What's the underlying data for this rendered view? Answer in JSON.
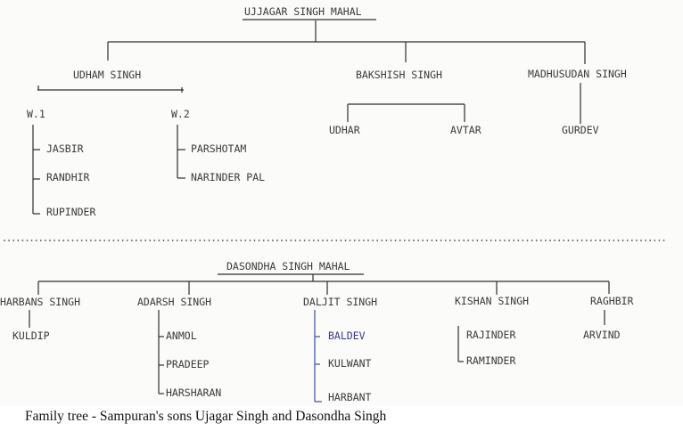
{
  "tree1": {
    "root": "UJJAGAR SINGH MAHAL",
    "udham": "UDHAM SINGH",
    "bakshish": "BAKSHISH SINGH",
    "madhusudan": "MADHUSUDAN SINGH",
    "w1": "W.1",
    "w2": "W.2",
    "jasbir": "JASBIR",
    "randhir": "RANDHIR",
    "rupinder": "RUPINDER",
    "parshotam": "PARSHOTAM",
    "narinder": "NARINDER PAL",
    "udhar": "UDHAR",
    "avtar": "AVTAR",
    "gurdev": "GURDEV"
  },
  "tree2": {
    "root": "DASONDHA SINGH MAHAL",
    "harbans": "HARBANS SINGH",
    "adarsh": "ADARSH SINGH",
    "daljit": "DALJIT SINGH",
    "kishan": "KISHAN SINGH",
    "raghbir": "RAGHBIR",
    "kuldip": "KULDIP",
    "anmol": "ANMOL",
    "pradeep": "PRADEEP",
    "harsharan": "HARSHARAN",
    "baldev": "BALDEV",
    "kulwant": "KULWANT",
    "harbant": "HARBANT",
    "rajinder": "RAJINDER",
    "raminder": "RAMINDER",
    "arvind": "ARVIND"
  },
  "caption": "Family tree - Sampuran's sons Ujagar Singh and Dasondha Singh"
}
